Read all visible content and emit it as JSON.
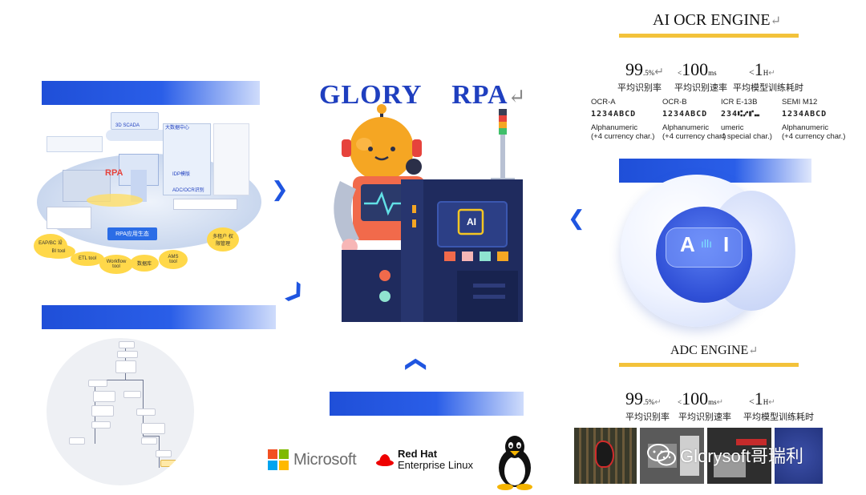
{
  "title": {
    "text": "GLORY    RPA",
    "mark": "↵"
  },
  "ocr_engine": {
    "heading": "AI OCR ENGINE",
    "mark": "↵",
    "accuracy": {
      "value": "99",
      "unit": ".5%"
    },
    "speed": {
      "prefix": "<",
      "value": "100",
      "unit": "ms"
    },
    "training": {
      "prefix": "<",
      "value": "1",
      "unit": "H"
    },
    "labels": [
      "平均识别率",
      "平均识别速率",
      "平均模型训练耗时"
    ],
    "fonts": [
      {
        "name": "OCR-A",
        "sample": "1234ABCD",
        "desc1": "Alphanumeric",
        "desc2": "(+4 currency char.)"
      },
      {
        "name": "OCR-B",
        "sample": "1234ABCD",
        "desc1": "Alphanumeric",
        "desc2": "(+4 currency char.)"
      },
      {
        "name": "ICR E-13B",
        "sample": "234⑆⑇⑈⑉",
        "desc1": "umeric",
        "desc2": "4 special char.)"
      },
      {
        "name": "SEMI M12",
        "sample": "1234ABCD",
        "desc1": "Alphanumeric",
        "desc2": "(+4 currency char.)"
      }
    ]
  },
  "adc_engine": {
    "heading": "ADC ENGINE",
    "mark": "↵",
    "accuracy": {
      "value": "99",
      "unit": ".5%"
    },
    "speed": {
      "prefix": "<",
      "value": "100",
      "unit": "ms"
    },
    "training": {
      "prefix": "<",
      "value": "1",
      "unit": "H"
    },
    "labels": [
      "平均识别率",
      "平均识别速率",
      "平均模型训练耗时"
    ]
  },
  "ai_badge": {
    "left": "A",
    "right": "I"
  },
  "chip_label": "AI",
  "ecosystem": {
    "center": "RPA应用生态",
    "rpa_tag": "RPA",
    "scada": "3D SCADA",
    "datacenter": "大数据中心",
    "idp": "IDP模版",
    "adc": "ADC/OCR识别",
    "tags": [
      "EAP/BC 设备",
      "BI tool",
      "ETL tool",
      "Workflow tool",
      "数据库",
      "AMS tool",
      "多租户 权限管理"
    ]
  },
  "platforms": {
    "microsoft": "Microsoft",
    "redhat_1": "Red Hat",
    "redhat_2": "Enterprise Linux"
  },
  "watermark": "Glorysoft哥瑞利",
  "colors": {
    "accent_blue": "#1f55e0",
    "gold": "#f3c23a",
    "title_blue": "#1f3fbf"
  }
}
